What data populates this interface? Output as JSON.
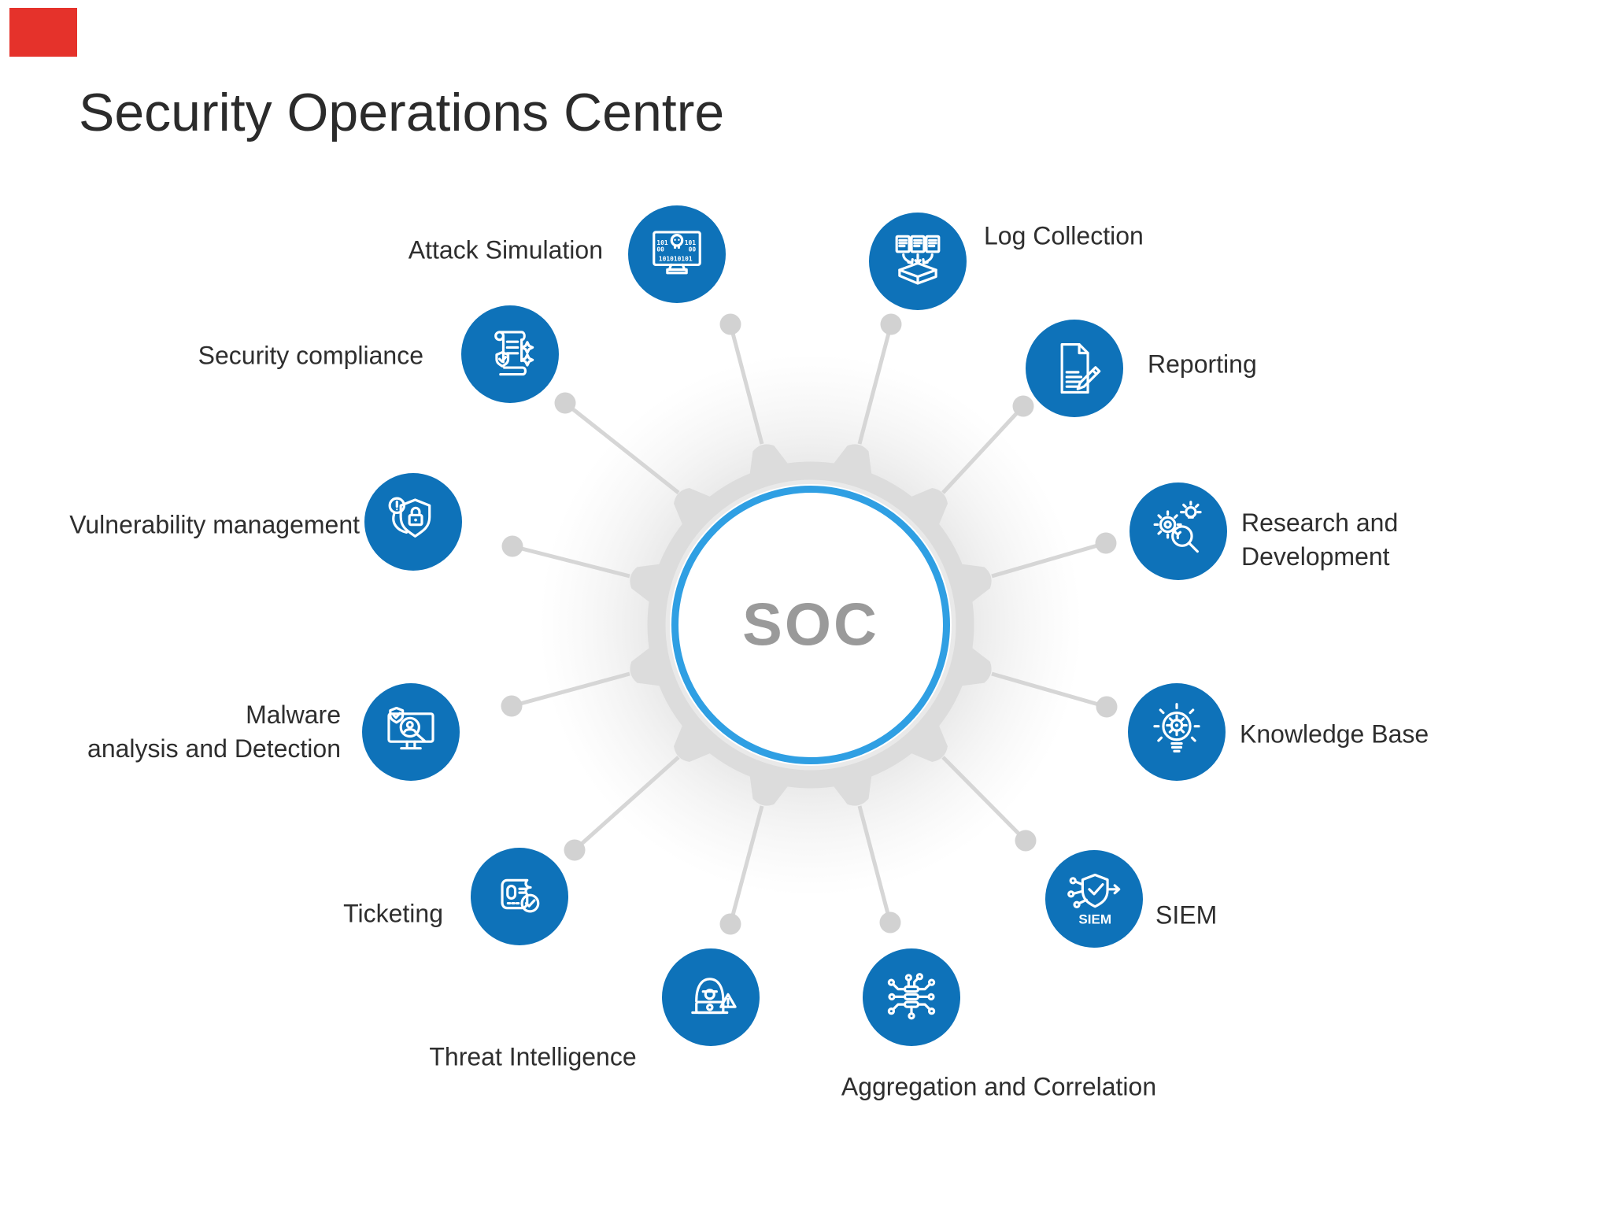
{
  "title": "Security Operations Centre",
  "center": {
    "label": "SOC"
  },
  "colors": {
    "node_blue": "#0e72b9",
    "center_ring_blue": "#2f9fe3",
    "soc_text_gray": "#9a9a9a",
    "label_text": "#2e2e2e",
    "structure_gray": "#dcdcdc",
    "spoke_gray": "#d6d6d6",
    "dot_gray": "#d2d2d2",
    "red_marker": "#e5322b"
  },
  "nodes": [
    {
      "label": "Attack Simulation",
      "icon": "monitor-skull-binary-icon"
    },
    {
      "label": "Log Collection",
      "icon": "documents-into-tray-icon"
    },
    {
      "label": "Reporting",
      "icon": "document-pencil-icon"
    },
    {
      "label": "Research and\nDevelopment",
      "icon": "gear-magnifier-bulb-icon"
    },
    {
      "label": "Knowledge Base",
      "icon": "bulb-gear-icon"
    },
    {
      "label": "SIEM",
      "icon": "siem-shield-arrow-icon",
      "icon_text": "SIEM"
    },
    {
      "label": "Aggregation and Correlation",
      "icon": "nodes-aggregation-icon"
    },
    {
      "label": "Threat Intelligence",
      "icon": "hacker-laptop-warning-icon"
    },
    {
      "label": "Ticketing",
      "icon": "ticket-check-icon"
    },
    {
      "label": "Malware\nanalysis and Detection",
      "icon": "malware-scan-monitor-icon"
    },
    {
      "label": "Vulnerability management",
      "icon": "shield-lock-alert-icon"
    },
    {
      "label": "Security compliance",
      "icon": "compliance-scroll-stars-icon"
    }
  ]
}
